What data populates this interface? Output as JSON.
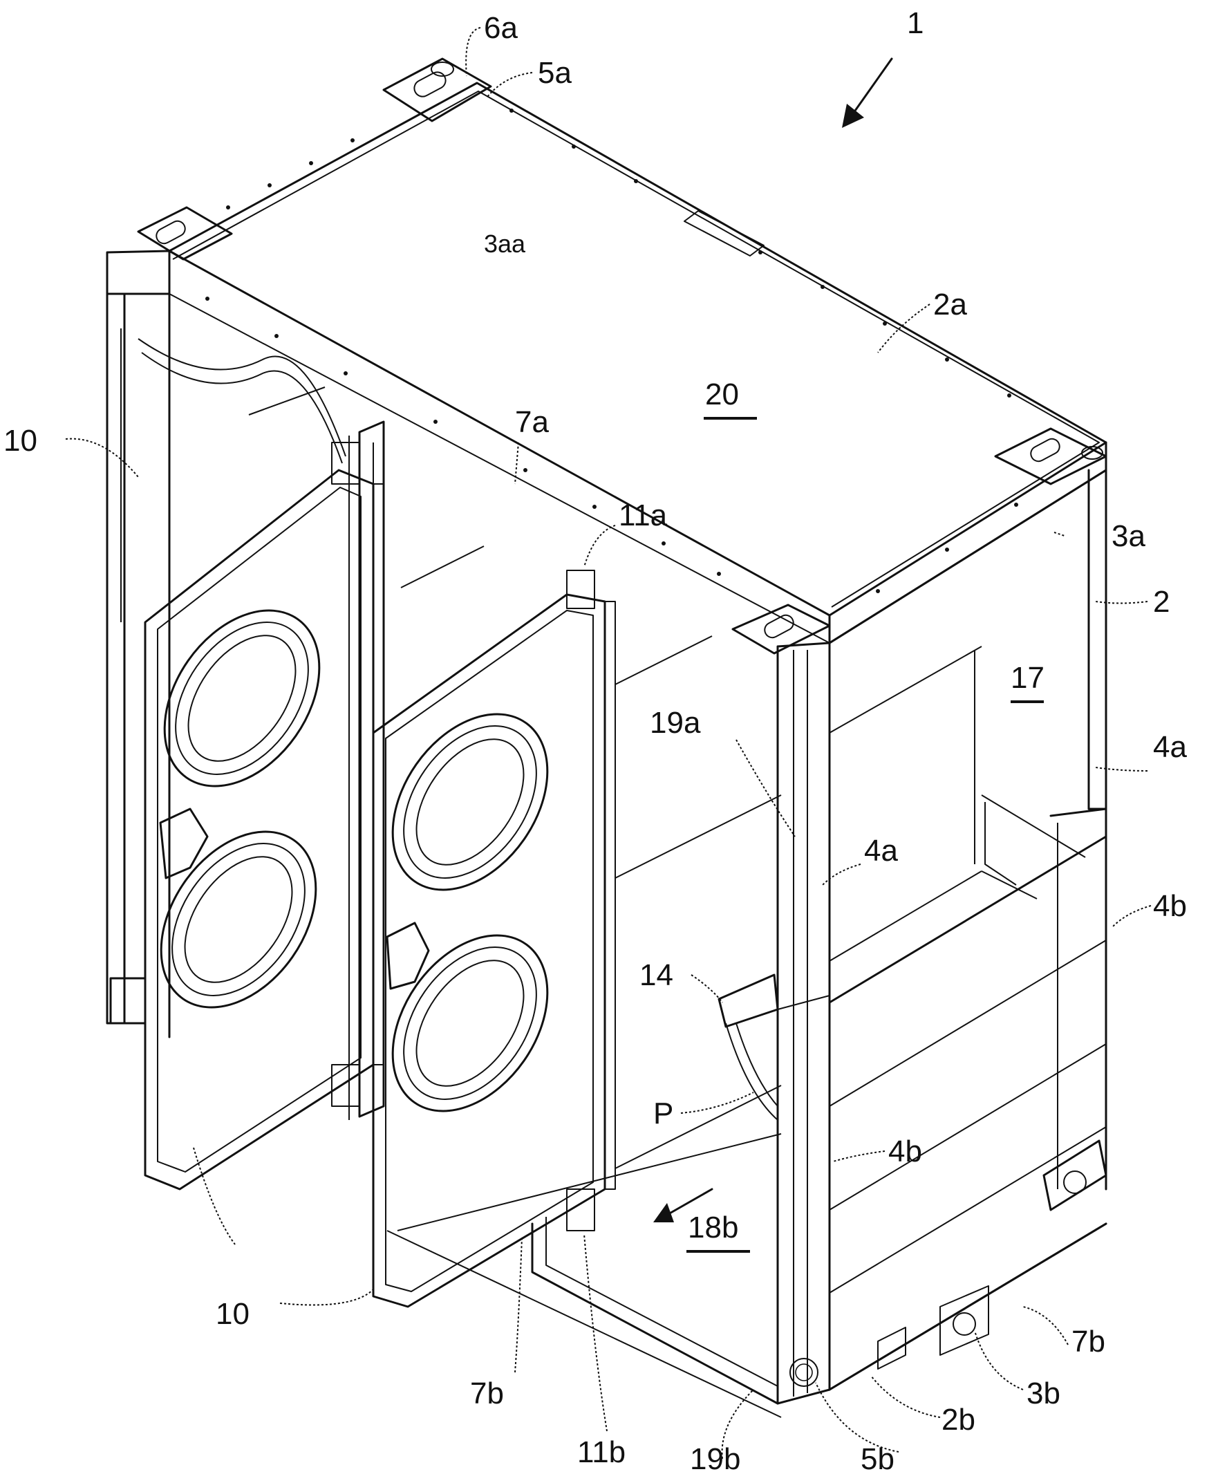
{
  "figure": {
    "labels": {
      "l1": "1",
      "l6a": "6a",
      "l5a": "5a",
      "l3aa": "3aa",
      "l2a": "2a",
      "l20": "20",
      "l10_top": "10",
      "l7a": "7a",
      "l11a": "11a",
      "l3a": "3a",
      "l2": "2",
      "l17": "17",
      "l4a_right": "4a",
      "l19a": "19a",
      "l4a_mid": "4a",
      "l4b_right": "4b",
      "l14": "14",
      "lP": "P",
      "l4b_mid": "4b",
      "l18b": "18b",
      "l10_bottom": "10",
      "l7b_left": "7b",
      "l11b": "11b",
      "l19b": "19b",
      "l5b": "5b",
      "l2b": "2b",
      "l3b": "3b",
      "l7b_right": "7b"
    }
  }
}
